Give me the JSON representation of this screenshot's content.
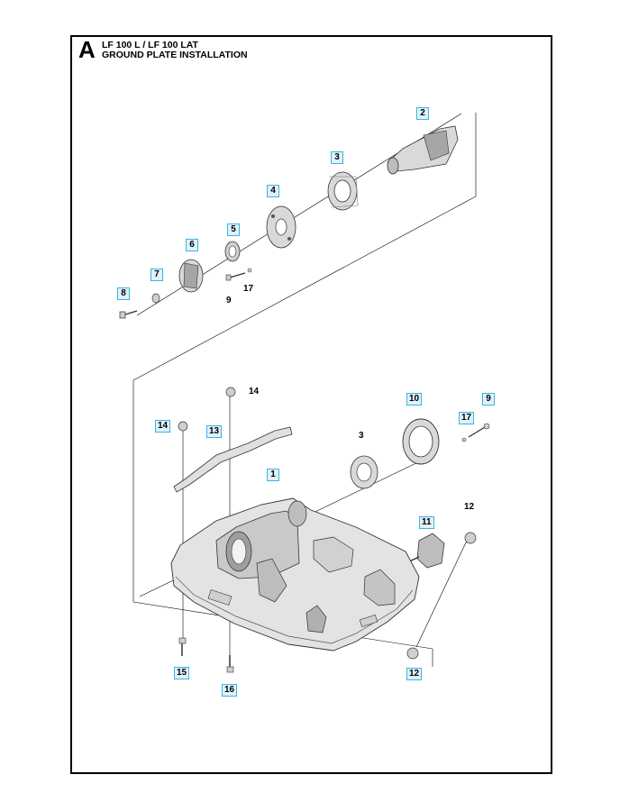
{
  "header": {
    "section_letter": "A",
    "title_line1": "LF 100 L / LF 100 LAT",
    "title_line2": "GROUND PLATE INSTALLATION"
  },
  "colors": {
    "callout_border": "#3fb3e0",
    "callout_fill": "#dff2fb",
    "part_fill": "#d9d9d9",
    "part_shade": "#a6a6a6"
  },
  "callouts": {
    "c1": "1",
    "c2": "2",
    "c3_top": "3",
    "c3_bottom": "3",
    "c4": "4",
    "c5": "5",
    "c6": "6",
    "c7": "7",
    "c8": "8",
    "c9_top": "9",
    "c9_bottom": "9",
    "c10": "10",
    "c11": "11",
    "c12_plain": "12",
    "c12_boxed": "12",
    "c13": "13",
    "c14_plain": "14",
    "c14_boxed": "14",
    "c15": "15",
    "c16": "16",
    "c17_top": "17",
    "c17_bottom": "17"
  }
}
